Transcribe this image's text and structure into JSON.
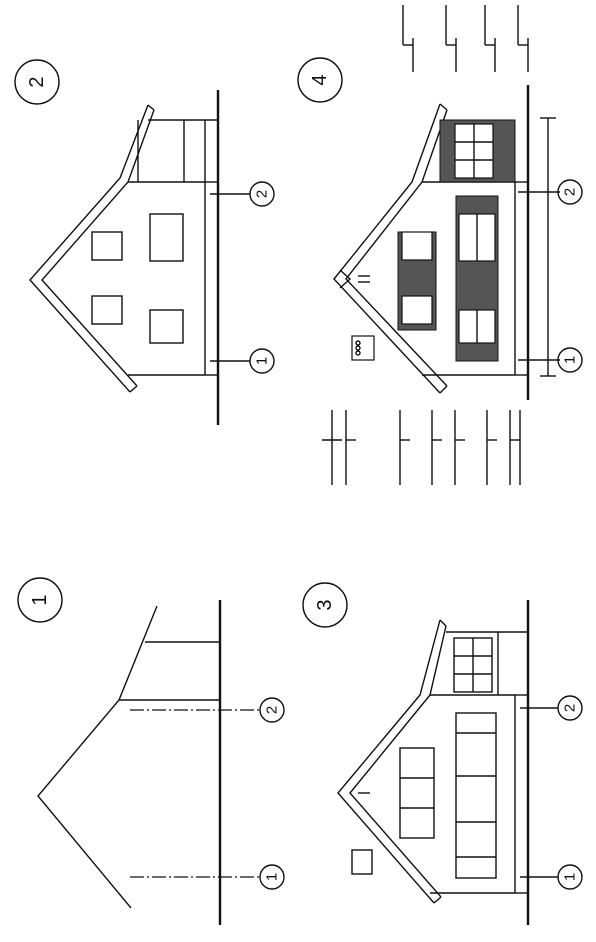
{
  "drawings": [
    {
      "number": "1",
      "axis_labels": [
        "1",
        "2"
      ]
    },
    {
      "number": "2",
      "axis_labels": [
        "1",
        "2"
      ]
    },
    {
      "number": "3",
      "axis_labels": [
        "1",
        "2"
      ]
    },
    {
      "number": "4",
      "axis_labels": [
        "1",
        "2"
      ]
    }
  ]
}
